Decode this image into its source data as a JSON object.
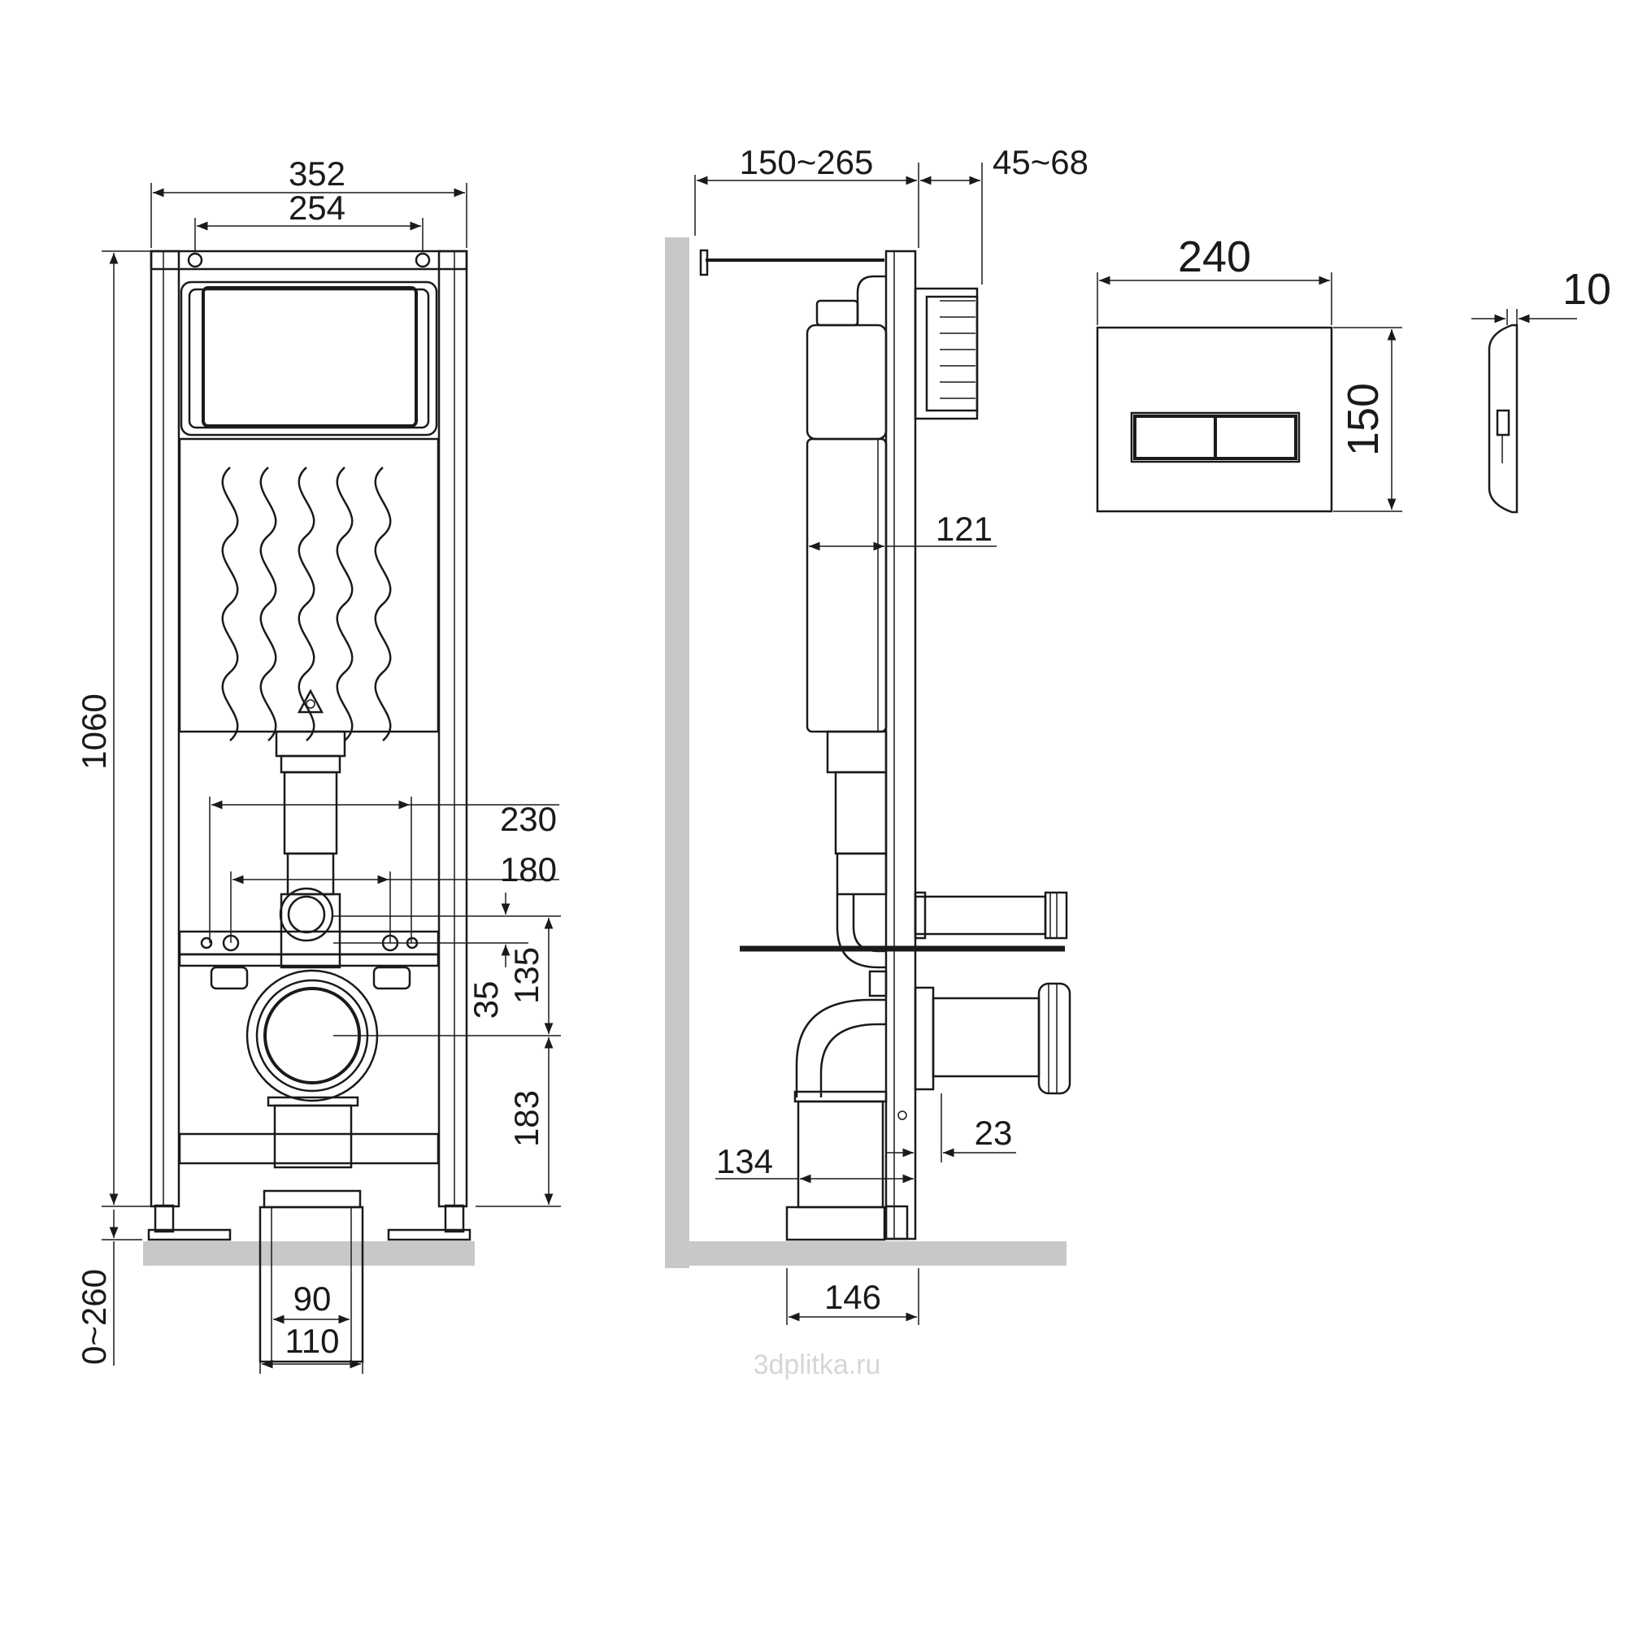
{
  "front_view": {
    "dim_total_width": "352",
    "dim_inner_width": "254",
    "dim_height": "1060",
    "dim_leg_adjust": "0~260",
    "dim_mount_outer": "230",
    "dim_mount_inner": "180",
    "dim_pipe_offset": "35",
    "dim_outlet_gap": "135",
    "dim_outlet_height": "183",
    "dim_drain_inner": "90",
    "dim_drain_outer": "110"
  },
  "side_view": {
    "dim_wall_gap": "150~265",
    "dim_button_adjust": "45~68",
    "dim_tank_depth": "121",
    "dim_outlet_offset": "23",
    "dim_pipe_depth": "134",
    "dim_base_depth": "146"
  },
  "flush_plate": {
    "dim_width": "240",
    "dim_height": "150",
    "dim_thickness": "10"
  },
  "watermark": "3dplitka.ru",
  "colors": {
    "line": "#1a1a1a",
    "floor": "#c8c8c8",
    "background": "#ffffff"
  }
}
